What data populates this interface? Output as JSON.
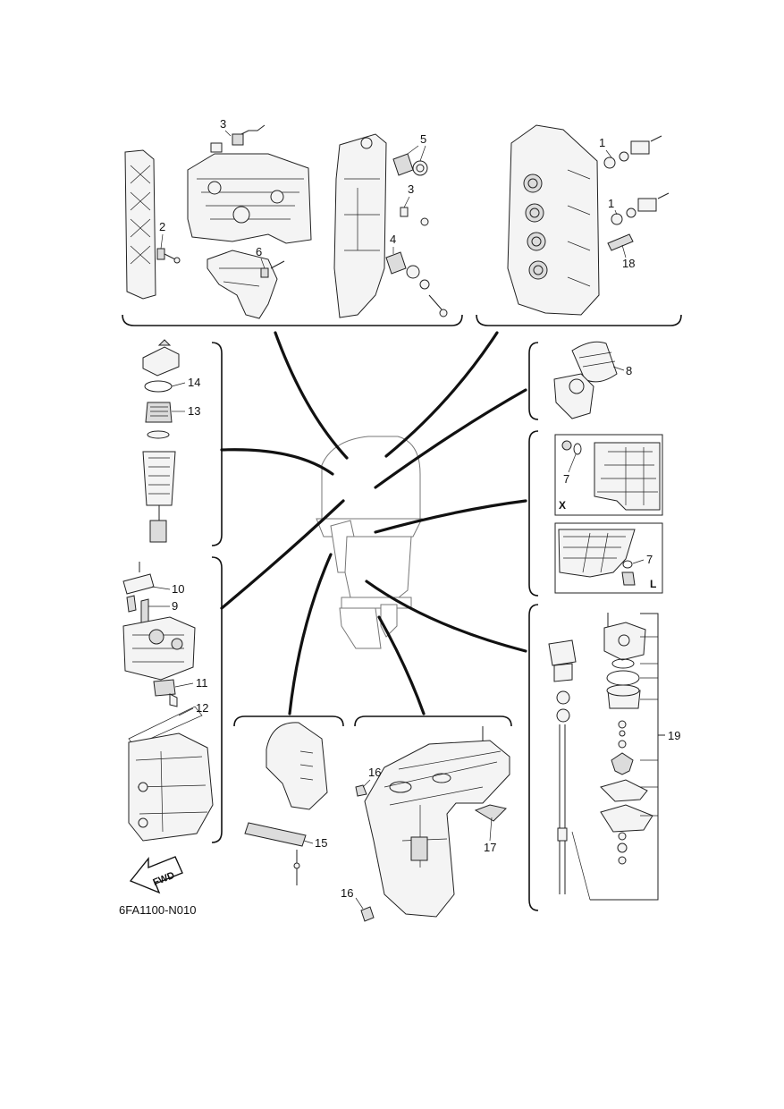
{
  "callouts": {
    "c1a": "1",
    "c1b": "1",
    "c2": "2",
    "c3a": "3",
    "c3b": "3",
    "c4": "4",
    "c5": "5",
    "c6": "6",
    "c7a": "7",
    "c7b": "7",
    "c8": "8",
    "c9": "9",
    "c10": "10",
    "c11": "11",
    "c12": "12",
    "c13": "13",
    "c14": "14",
    "c15": "15",
    "c16a": "16",
    "c16b": "16",
    "c17": "17",
    "c18": "18",
    "c19": "19"
  },
  "panel_labels": {
    "x": "X",
    "l": "L"
  },
  "fwd_label": "FWD",
  "figure_code": "6FA1100-N010"
}
